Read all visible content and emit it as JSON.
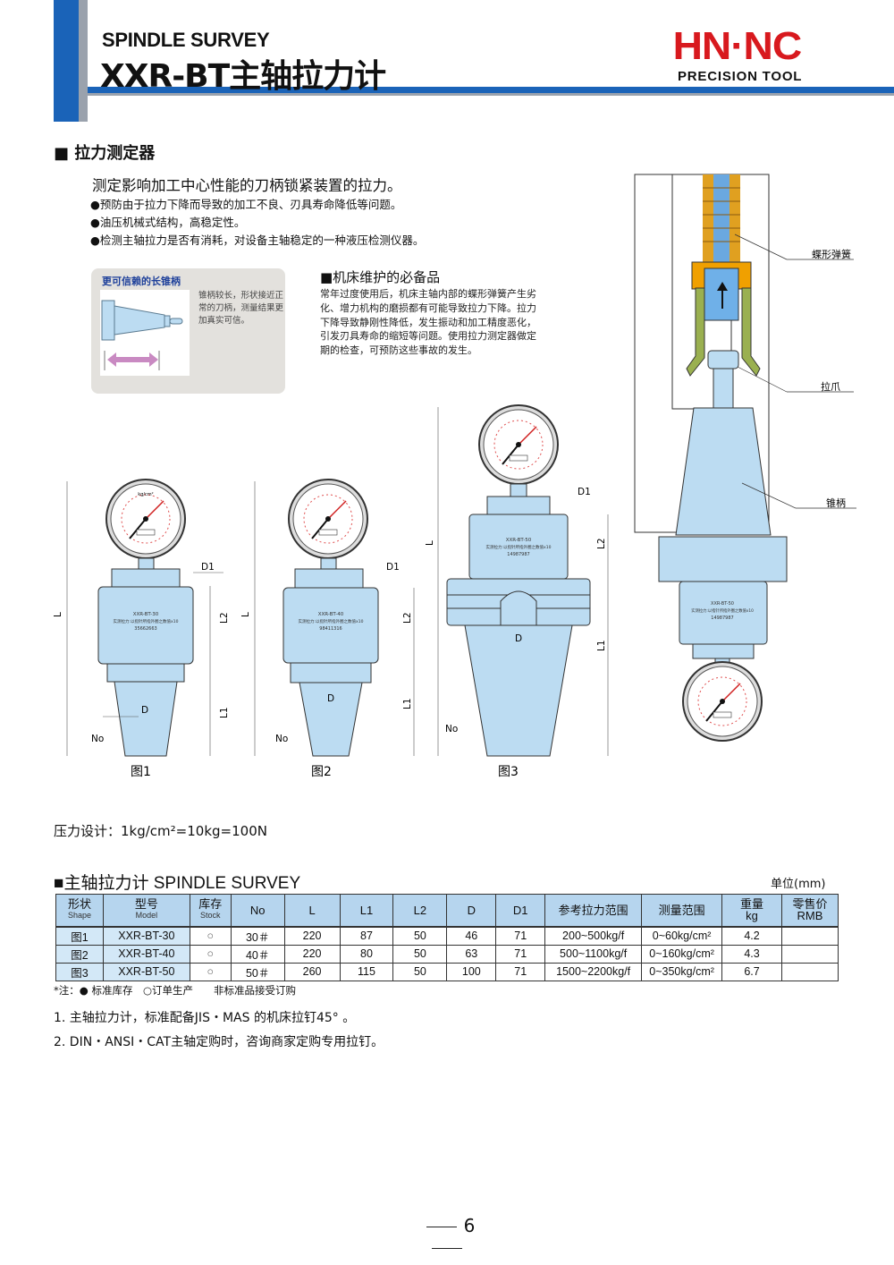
{
  "header": {
    "subtitle": "SPINDLE SURVEY",
    "title": "XXR-BT主轴拉力计",
    "logo": "HN·NC",
    "logo_sub": "PRECISION TOOL"
  },
  "section1": {
    "title": "■ 拉力测定器",
    "intro": "测定影响加工中心性能的刀柄锁紧装置的拉力。",
    "bullets": [
      "●预防由于拉力下降而导致的加工不良、刃具寿命降低等问题。",
      "●油压机械式结构，高稳定性。",
      "●检测主轴拉力是否有消耗，对设备主轴稳定的一种液压检测仪器。"
    ]
  },
  "feature_box": {
    "title": "更可信赖的长锥柄",
    "text": "锥柄较长，形状接近正常的刀柄，测量结果更加真实可信。"
  },
  "maintenance": {
    "title": "■机床维护的必备品",
    "text": "常年过度使用后，机床主轴内部的蝶形弹簧产生劣化、增力机构的磨损都有可能导致拉力下降。拉力下降导致静刚性降低，发生振动和加工精度恶化，引发刃具寿命的缩短等问题。使用拉力测定器做定期的检查，可预防这些事故的发生。"
  },
  "spindle_diagram": {
    "labels": [
      "蝶形弹簧",
      "拉爪",
      "锥柄"
    ],
    "body_text": [
      "XXR-BT-50",
      "实测拉力:以指针所指外圈之数值x10",
      "14987987"
    ]
  },
  "figures": [
    {
      "caption": "图1",
      "body_text": [
        "XXR-BT-30",
        "实测拉力:以指针所指外圈之数值x10",
        "35662663"
      ]
    },
    {
      "caption": "图2",
      "body_text": [
        "XXR-BT-40",
        "实测拉力:以指针所指外圈之数值x10",
        "98411316"
      ]
    },
    {
      "caption": "图3",
      "body_text": [
        "XXR-BT-50",
        "实测拉力:以指针所指外圈之数值x10",
        "14987987"
      ]
    }
  ],
  "dims": {
    "L": "L",
    "L1": "L1",
    "L2": "L2",
    "D": "D",
    "D1": "D1",
    "No": "No"
  },
  "gauge": {
    "unit": "kg/cm²"
  },
  "pressure_note": "压力设计：1kg/cm²=10kg=100N",
  "table": {
    "title": "■主轴拉力计 SPINDLE SURVEY",
    "unit": "单位(mm)",
    "headers": [
      {
        "zh": "形状",
        "en": "Shape"
      },
      {
        "zh": "型号",
        "en": "Model"
      },
      {
        "zh": "库存",
        "en": "Stock"
      },
      {
        "zh": "No"
      },
      {
        "zh": "L"
      },
      {
        "zh": "L1"
      },
      {
        "zh": "L2"
      },
      {
        "zh": "D"
      },
      {
        "zh": "D1"
      },
      {
        "zh": "参考拉力范围"
      },
      {
        "zh": "测量范围"
      },
      {
        "zh": "重量",
        "en": "kg"
      },
      {
        "zh": "零售价",
        "en": "RMB"
      }
    ],
    "rows": [
      [
        "图1",
        "XXR-BT-30",
        "○",
        "30＃",
        "220",
        "87",
        "50",
        "46",
        "71",
        "200~500kg/f",
        "0~60kg/cm²",
        "4.2",
        ""
      ],
      [
        "图2",
        "XXR-BT-40",
        "○",
        "40＃",
        "220",
        "80",
        "50",
        "63",
        "71",
        "500~1100kg/f",
        "0~160kg/cm²",
        "4.3",
        ""
      ],
      [
        "图3",
        "XXR-BT-50",
        "○",
        "50＃",
        "260",
        "115",
        "50",
        "100",
        "71",
        "1500~2200kg/f",
        "0~350kg/cm²",
        "6.7",
        ""
      ]
    ]
  },
  "legend_note": "*注：● 标准库存　○订单生产　　非标准品接受订购",
  "notes": [
    "1. 主轴拉力计，标准配备JIS・MAS  的机床拉钉45° 。",
    "2. DIN・ANSI・CAT主轴定购时，咨询商家定购专用拉钉。"
  ],
  "page_number": "6",
  "colors": {
    "brand_blue": "#1a63b8",
    "logo_red": "#d8191e",
    "tool_blue": "#bcdcf2",
    "header_blue": "#b6d5ee"
  }
}
